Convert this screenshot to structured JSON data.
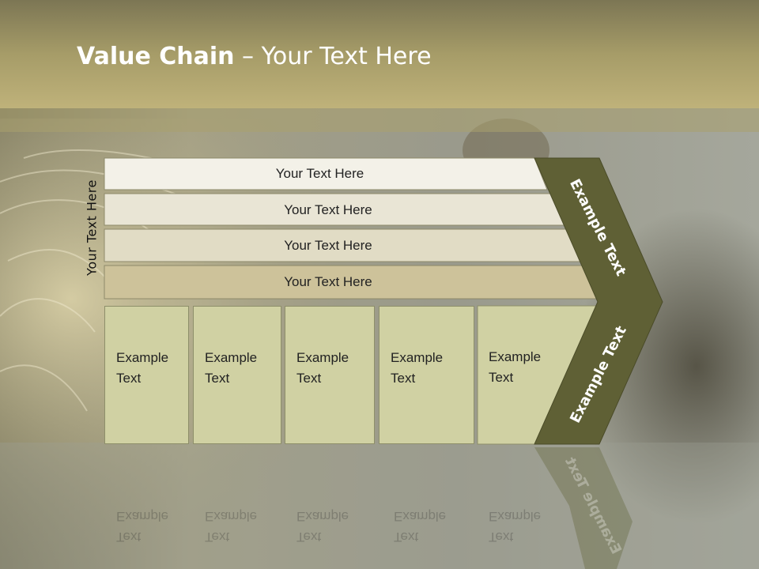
{
  "slide": {
    "title_bold": "Value Chain",
    "title_rest": " – Your Text Here",
    "side_label": "Your Text Here",
    "rows": [
      {
        "label": "Your Text Here"
      },
      {
        "label": "Your Text Here"
      },
      {
        "label": "Your Text Here"
      },
      {
        "label": "Your Text Here"
      }
    ],
    "columns": [
      {
        "line1": "Example",
        "line2": "Text"
      },
      {
        "line1": "Example",
        "line2": "Text"
      },
      {
        "line1": "Example",
        "line2": "Text"
      },
      {
        "line1": "Example",
        "line2": "Text"
      },
      {
        "line1": "Example",
        "line2": "Text"
      }
    ],
    "arrow_top_label": "Example Text",
    "arrow_bottom_label": "Example Text",
    "colors": {
      "accent_dark": "#5f6035",
      "bar_light": "#f3f1e8",
      "bar_mid": "#e9e5d5",
      "bar_mid2": "#e1dcc5",
      "bar_dark": "#cdc29a",
      "column": "#d0d1a3",
      "title_band": "#a69c68"
    }
  }
}
